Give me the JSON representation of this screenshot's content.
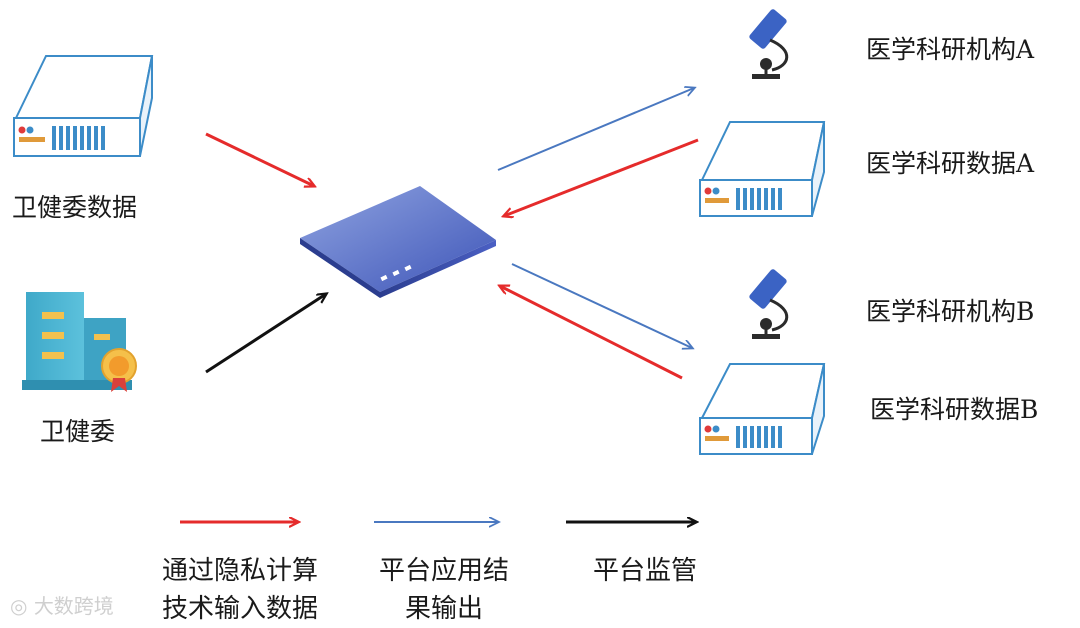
{
  "nodes": {
    "health_data": "卫健委数据",
    "health_commission": "卫健委",
    "inst_a": "医学科研机构A",
    "data_a": "医学科研数据A",
    "inst_b": "医学科研机构B",
    "data_b": "医学科研数据B"
  },
  "legend": {
    "red": {
      "line1": "通过隐私计算",
      "line2": "技术输入数据",
      "color": "#e52b2b"
    },
    "blue": {
      "line1": "平台应用结",
      "line2": "果输出",
      "color": "#4a78c0"
    },
    "black": {
      "line1": "平台监管",
      "color": "#111111"
    }
  },
  "watermark": "大数跨境"
}
